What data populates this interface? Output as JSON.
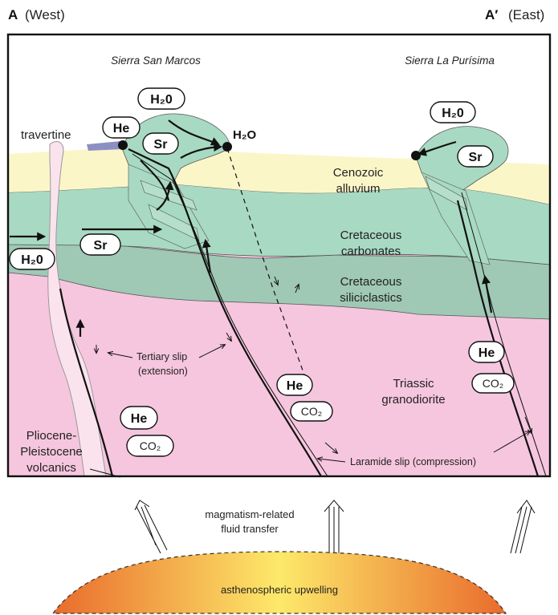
{
  "header": {
    "left_letter": "A",
    "left_dir": "(West)",
    "right_letter": "A′",
    "right_dir": "(East)"
  },
  "mountains": {
    "west": "Sierra San Marcos",
    "east": "Sierra La Purísima"
  },
  "labels": {
    "travertine": "travertine",
    "cenozoic_1": "Cenozoic",
    "cenozoic_2": "alluvium",
    "cret_carb_1": "Cretaceous",
    "cret_carb_2": "carbonates",
    "cret_sil_1": "Cretaceous",
    "cret_sil_2": "siliciclastics",
    "triassic_1": "Triassic",
    "triassic_2": "granodiorite",
    "volc_1": "Pliocene-",
    "volc_2": "Pleistocene",
    "volc_3": "volcanics",
    "tertiary_1": "Tertiary slip",
    "tertiary_2": "(extension)",
    "laramide": "Laramide slip (compression)",
    "magma_1": "magmatism-related",
    "magma_2": "fluid transfer",
    "astheno": "asthenospheric  upwelling",
    "h2o_plain": "H₂O"
  },
  "tracers": {
    "h2o": "H₂0",
    "he": "He",
    "sr": "Sr",
    "co2": "CO₂"
  },
  "colors": {
    "alluvium": "#fbf6c8",
    "carbonate": "#a8d9c3",
    "siliciclastic": "#9fc8b5",
    "granodiorite": "#f6c6de",
    "volcanic": "#fbe3ee",
    "travertine": "#8c8fc4",
    "upwelling_edge": "#e96b2c",
    "upwelling_center": "#fde96a"
  }
}
